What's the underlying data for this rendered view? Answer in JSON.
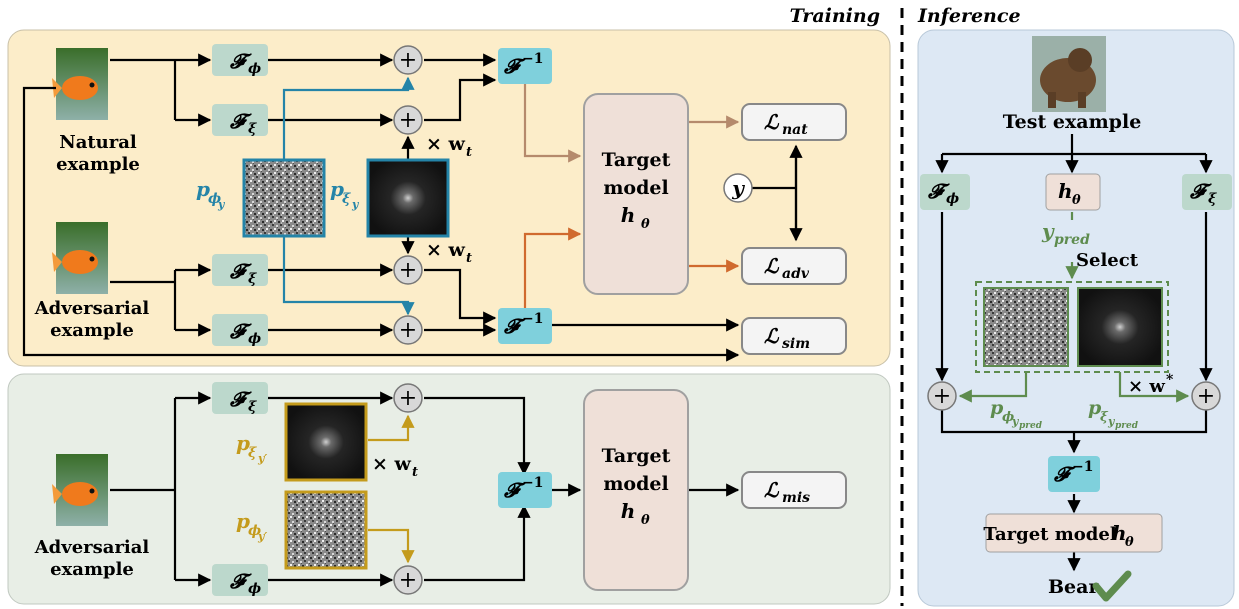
{
  "headers": {
    "training": "Training",
    "inference": "Inference"
  },
  "colors": {
    "training_bg": "#fcedc9",
    "mis_bg": "#e8eee6",
    "inference_bg": "#dde8f4",
    "op_box": "#bcd8cc",
    "inv_box": "#7fd0dc",
    "model_box": "#efe0d8",
    "arrow": "#000000",
    "blue": "#2484a8",
    "brown": "#b58a6c",
    "orange": "#d06a2e",
    "gold": "#c49b1c",
    "green": "#5e8c4e"
  },
  "training": {
    "natural_example": [
      "Natural",
      "example"
    ],
    "adversarial_example": [
      "Adversarial",
      "example"
    ],
    "target_model": [
      "Target",
      "model",
      "h",
      "θ"
    ],
    "times_wt": [
      "× w",
      "t"
    ],
    "label_y": "y",
    "blue_p_phi": [
      "p",
      "ϕ",
      "y"
    ],
    "blue_p_xi": [
      "p",
      "ξ",
      "y"
    ],
    "losses": {
      "nat": [
        "ℒ",
        "nat"
      ],
      "adv": [
        "ℒ",
        "adv"
      ],
      "sim": [
        "ℒ",
        "sim"
      ]
    }
  },
  "mis": {
    "adversarial_example": [
      "Adversarial",
      "example"
    ],
    "target_model": [
      "Target",
      "model",
      "h",
      "θ"
    ],
    "p_xi": [
      "p",
      "ξ",
      "y′"
    ],
    "p_phi": [
      "p",
      "ϕ",
      "y′"
    ],
    "times_wt": [
      "× w",
      "t"
    ],
    "loss": [
      "ℒ",
      "mis"
    ]
  },
  "ops": {
    "F": "𝓕",
    "phi": "ϕ",
    "xi": "ξ",
    "inv_exp": "−1",
    "plus": "+"
  },
  "inference": {
    "test_example": "Test example",
    "h_theta": [
      "h",
      "θ"
    ],
    "y_pred": [
      "y",
      "pred"
    ],
    "select": "Select",
    "times_wstar": [
      "× w",
      "*"
    ],
    "p_phi_pred": [
      "p",
      "ϕ",
      "y",
      "pred"
    ],
    "p_xi_pred": [
      "p",
      "ξ",
      "y",
      "pred"
    ],
    "target_model": [
      "Target model ",
      "h",
      "θ"
    ],
    "result": "Bear"
  }
}
